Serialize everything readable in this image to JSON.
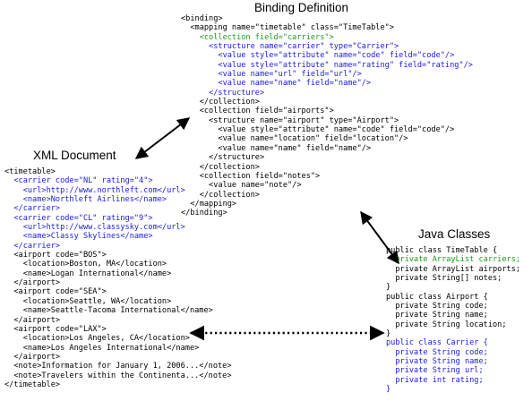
{
  "headings": {
    "binding": "Binding Definition",
    "xml": "XML Document",
    "java": "Java Classes"
  },
  "colors": {
    "default": "#000000",
    "carrier_highlight": "#1a1ae6",
    "field_highlight": "#1e9a1e"
  },
  "binding_code": [
    {
      "text": "<binding>",
      "color": "black"
    },
    {
      "text": "  <mapping name=\"timetable\" class=\"TimeTable\">",
      "color": "black"
    },
    {
      "text": "    <collection field=\"carriers\">",
      "color": "green"
    },
    {
      "text": "      <structure name=\"carrier\" type=\"Carrier\">",
      "color": "blue"
    },
    {
      "text": "        <value style=\"attribute\" name=\"code\" field=\"code\"/>",
      "color": "blue"
    },
    {
      "text": "        <value style=\"attribute\" name=\"rating\" field=\"rating\"/>",
      "color": "blue"
    },
    {
      "text": "        <value name=\"url\" field=\"url\"/>",
      "color": "blue"
    },
    {
      "text": "        <value name=\"name\" field=\"name\"/>",
      "color": "blue"
    },
    {
      "text": "      </structure>",
      "color": "blue"
    },
    {
      "text": "    </collection>",
      "color": "black"
    },
    {
      "text": "    <collection field=\"airports\">",
      "color": "black"
    },
    {
      "text": "      <structure name=\"airport\" type=\"Airport\">",
      "color": "black"
    },
    {
      "text": "        <value style=\"attribute\" name=\"code\" field=\"code\"/>",
      "color": "black"
    },
    {
      "text": "        <value name=\"location\" field=\"location\"/>",
      "color": "black"
    },
    {
      "text": "        <value name=\"name\" field=\"name\"/>",
      "color": "black"
    },
    {
      "text": "      </structure>",
      "color": "black"
    },
    {
      "text": "    </collection>",
      "color": "black"
    },
    {
      "text": "    <collection field=\"notes\">",
      "color": "black"
    },
    {
      "text": "      <value name=\"note\"/>",
      "color": "black"
    },
    {
      "text": "    </collection>",
      "color": "black"
    },
    {
      "text": "  </mapping>",
      "color": "black"
    },
    {
      "text": "</binding>",
      "color": "black"
    }
  ],
  "xml_code": [
    {
      "text": "<timetable>",
      "color": "black"
    },
    {
      "text": "  <carrier code=\"NL\" rating=\"4\">",
      "color": "blue"
    },
    {
      "text": "    <url>http://www.northleft.com</url>",
      "color": "blue"
    },
    {
      "text": "    <name>Northleft Airlines</name>",
      "color": "blue"
    },
    {
      "text": "  </carrier>",
      "color": "blue"
    },
    {
      "text": "  <carrier code=\"CL\" rating=\"9\">",
      "color": "blue"
    },
    {
      "text": "    <url>http://www.classysky.com</url>",
      "color": "blue"
    },
    {
      "text": "    <name>Classy Skylines</name>",
      "color": "blue"
    },
    {
      "text": "  </carrier>",
      "color": "blue"
    },
    {
      "text": "  <airport code=\"BOS\">",
      "color": "black"
    },
    {
      "text": "    <location>Boston, MA</location>",
      "color": "black"
    },
    {
      "text": "    <name>Logan International</name>",
      "color": "black"
    },
    {
      "text": "  </airport>",
      "color": "black"
    },
    {
      "text": "  <airport code=\"SEA\">",
      "color": "black"
    },
    {
      "text": "    <location>Seattle, WA</location>",
      "color": "black"
    },
    {
      "text": "    <name>Seattle-Tacoma International</name>",
      "color": "black"
    },
    {
      "text": "  </airport>",
      "color": "black"
    },
    {
      "text": "  <airport code=\"LAX\">",
      "color": "black"
    },
    {
      "text": "    <location>Los Angeles, CA</location>",
      "color": "black"
    },
    {
      "text": "    <name>Los Angeles International</name>",
      "color": "black"
    },
    {
      "text": "  </airport>",
      "color": "black"
    },
    {
      "text": "  <note>Information for January 1, 2006...</note>",
      "color": "black"
    },
    {
      "text": "  <note>Travelers within the Continenta...</note>",
      "color": "black"
    },
    {
      "text": "</timetable>",
      "color": "black"
    }
  ],
  "java_code": [
    {
      "text": "public class TimeTable {",
      "color": "black"
    },
    {
      "text": "  private ArrayList carriers;",
      "color": "green"
    },
    {
      "text": "  private ArrayList airports;",
      "color": "black"
    },
    {
      "text": "  private String[] notes;",
      "color": "black"
    },
    {
      "text": "}",
      "color": "black"
    },
    {
      "text": "public class Airport {",
      "color": "black"
    },
    {
      "text": "  private String code;",
      "color": "black"
    },
    {
      "text": "  private String name;",
      "color": "black"
    },
    {
      "text": "  private String location;",
      "color": "black"
    },
    {
      "text": "}",
      "color": "black"
    },
    {
      "text": "public class Carrier {",
      "color": "blue"
    },
    {
      "text": "  private String code;",
      "color": "blue"
    },
    {
      "text": "  private String name;",
      "color": "blue"
    },
    {
      "text": "  private String url;",
      "color": "blue"
    },
    {
      "text": "  private int rating;",
      "color": "blue"
    },
    {
      "text": "}",
      "color": "blue"
    }
  ]
}
